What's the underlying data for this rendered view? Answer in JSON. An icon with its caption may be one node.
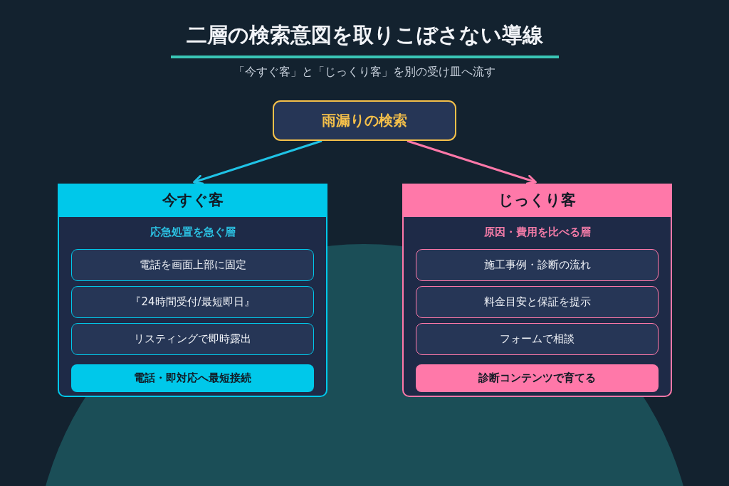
{
  "diagram": {
    "title": "二層の検索意図を取りこぼさない導線",
    "nodes": [
      {
        "text": [
          "雨漏りの検索"
        ]
      },
      {
        "text": [
          "今すぐ客",
          "応急処置を急ぐ層"
        ]
      },
      {
        "text": [
          "電話を画面上部に固定"
        ],
        "in": 1
      },
      {
        "text": [
          "『24時間受付/最短即日』"
        ],
        "in": 1
      },
      {
        "text": [
          "リスティングで即時露出"
        ],
        "in": 1
      },
      {
        "text": [
          "電話・即対応へ最短接続"
        ],
        "in": 1
      },
      {
        "text": [
          "じっくり客",
          "原因・費用を比べる層"
        ]
      },
      {
        "text": [
          "施工事例・診断の流れ"
        ],
        "in": 6
      },
      {
        "text": [
          "料金目安と保証を提示"
        ],
        "in": 6
      },
      {
        "text": [
          "フォームで相談"
        ],
        "in": 6
      },
      {
        "text": [
          "診断コンテンツで育てる"
        ],
        "in": 6
      }
    ],
    "edges": [
      {
        "from": 0,
        "to": 1,
        "arrow": "to",
        "color": "#1fc3e6"
      },
      {
        "from": 0,
        "to": 6,
        "arrow": "to",
        "color": "#ff78a9"
      }
    ],
    "labels": [
      "「今すぐ客」と「じっくり客」を別の受け皿へ流す"
    ]
  }
}
